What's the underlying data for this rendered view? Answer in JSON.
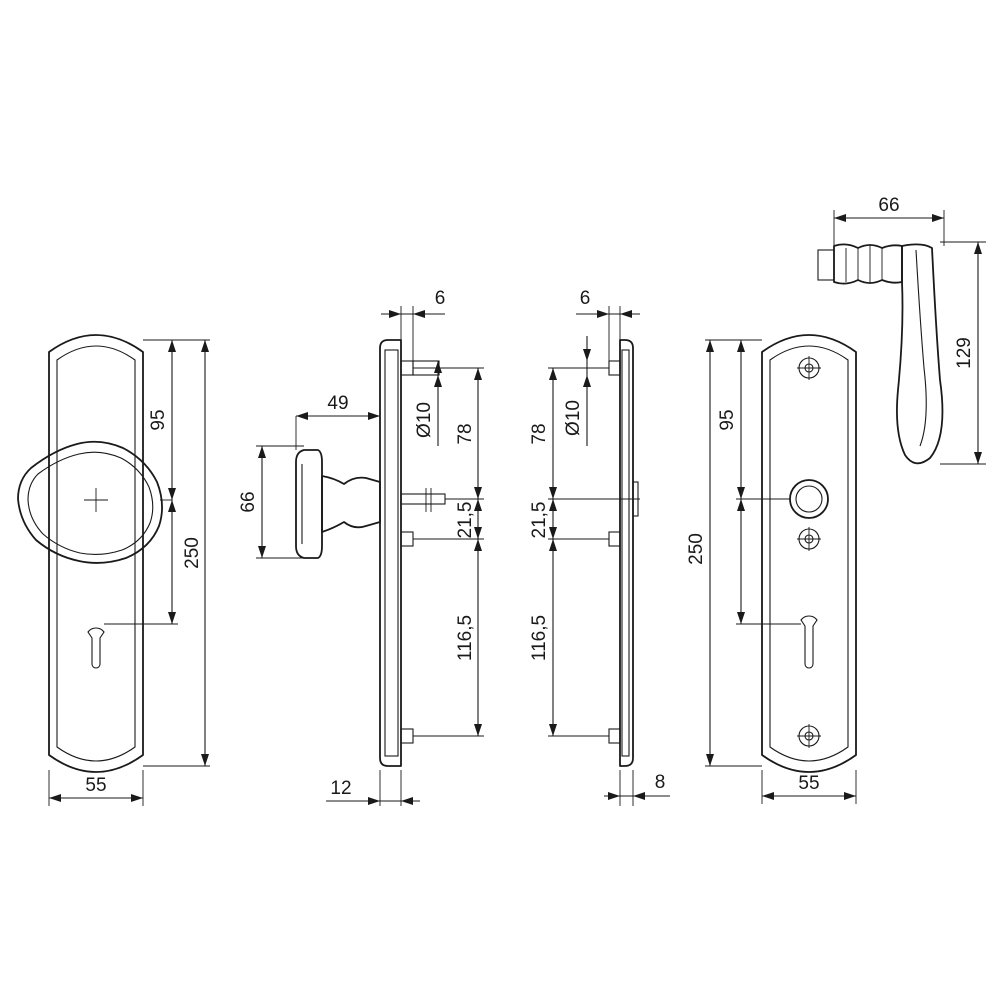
{
  "dimensions": {
    "left_plate": {
      "height": "250",
      "knob_to_keyhole": "95",
      "width": "55"
    },
    "knob_side": {
      "knob_projection": "49",
      "knob_diameter": "66",
      "pin_diameter": "Ø10",
      "plate_offset": "6",
      "top_segment": "78",
      "middle_segment": "21,5",
      "bottom_segment": "116,5",
      "thickness": "12"
    },
    "back_side": {
      "pin_diameter": "Ø10",
      "plate_offset": "6",
      "top_segment": "78",
      "middle_segment": "21,5",
      "bottom_segment": "116,5",
      "thickness": "8"
    },
    "right_plate": {
      "height": "250",
      "handle_to_keyhole": "95",
      "width": "55"
    },
    "lever": {
      "length": "66",
      "height": "129"
    }
  }
}
